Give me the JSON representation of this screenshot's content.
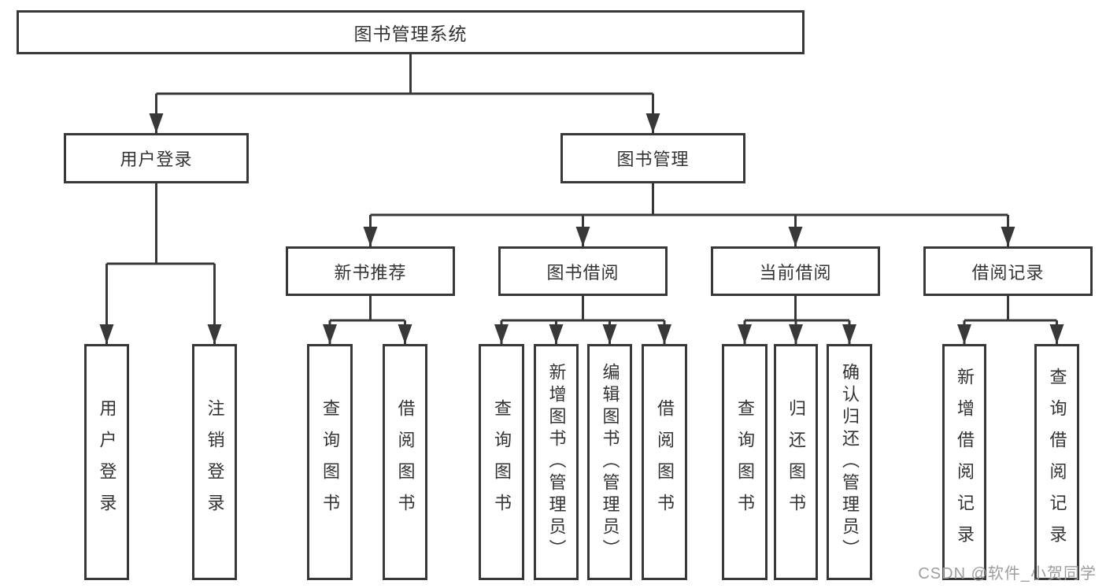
{
  "diagram": {
    "title_hint": "functional structure tree",
    "root": {
      "label": "图书管理系统"
    },
    "level2": [
      {
        "label": "用户登录",
        "children": [
          {
            "label": "用户登录"
          },
          {
            "label": "注销登录"
          }
        ]
      },
      {
        "label": "图书管理",
        "children": [
          {
            "label": "新书推荐",
            "children": [
              {
                "label": "查询图书"
              },
              {
                "label": "借阅图书"
              }
            ]
          },
          {
            "label": "图书借阅",
            "children": [
              {
                "label": "查询图书"
              },
              {
                "label": "新增图书（管理员）"
              },
              {
                "label": "编辑图书（管理员）"
              },
              {
                "label": "借阅图书"
              }
            ]
          },
          {
            "label": "当前借阅",
            "children": [
              {
                "label": "查询图书"
              },
              {
                "label": "归还图书"
              },
              {
                "label": "确认归还（管理员）"
              }
            ]
          },
          {
            "label": "借阅记录",
            "children": [
              {
                "label": "新增借阅记录"
              },
              {
                "label": "查询借阅记录"
              }
            ]
          }
        ]
      }
    ]
  },
  "watermark": {
    "text": "CSDN @软件_小贺同学"
  },
  "colors": {
    "line": "#383838",
    "box_border": "#383838",
    "text": "#333333",
    "background": "#ffffff",
    "watermark": "#9e9e9e"
  }
}
